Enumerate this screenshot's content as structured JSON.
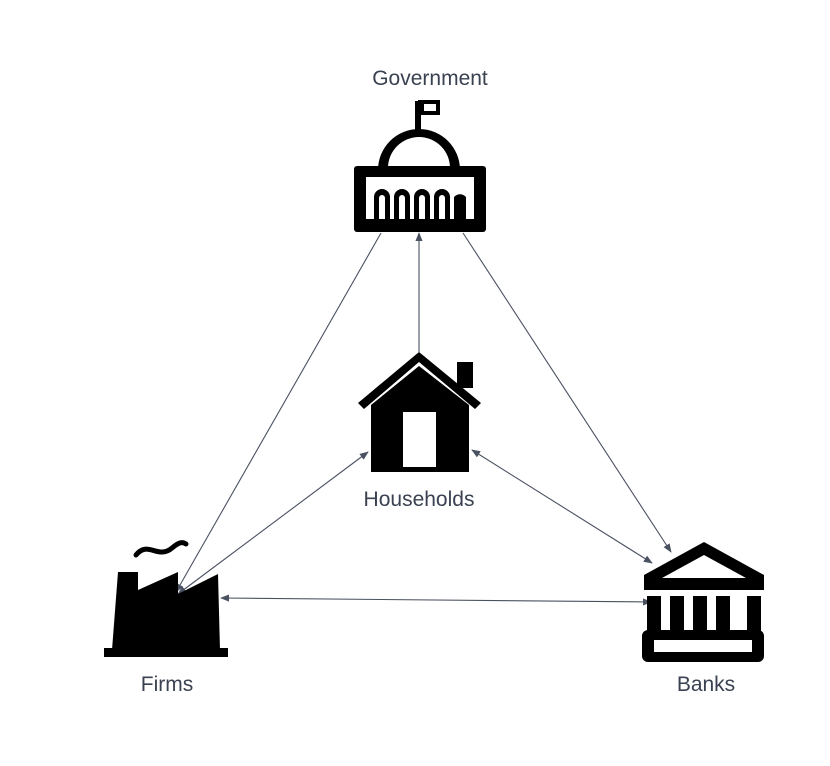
{
  "nodes": {
    "government": {
      "label": "Government",
      "icon": "capitol-building-icon"
    },
    "households": {
      "label": "Households",
      "icon": "house-icon"
    },
    "firms": {
      "label": "Firms",
      "icon": "factory-icon"
    },
    "banks": {
      "label": "Banks",
      "icon": "bank-icon"
    }
  },
  "edges": [
    {
      "from": "government",
      "to": "firms",
      "direction": "to-firms"
    },
    {
      "from": "households",
      "to": "government",
      "direction": "to-government"
    },
    {
      "from": "government",
      "to": "banks",
      "direction": "to-banks"
    },
    {
      "from": "households",
      "to": "firms",
      "direction": "both"
    },
    {
      "from": "households",
      "to": "banks",
      "direction": "both"
    },
    {
      "from": "firms",
      "to": "banks",
      "direction": "both"
    }
  ],
  "colors": {
    "edge": "#4a5160",
    "icon": "#000000",
    "label": "#3a4150"
  }
}
